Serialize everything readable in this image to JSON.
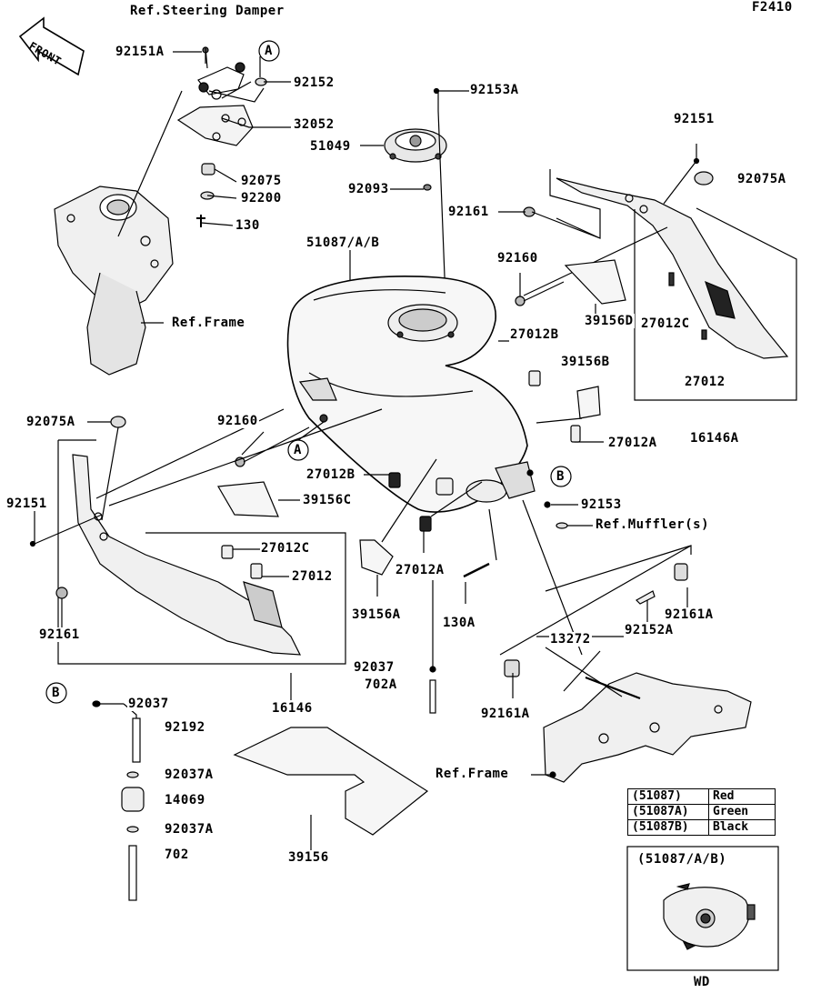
{
  "figure_code": "F2410",
  "front_arrow_label": "FRONT",
  "callout_A": "A",
  "callout_B": "B",
  "wd_label": "WD",
  "wd_box_title": "(51087/A/B)",
  "color_table": [
    {
      "code": "(51087)",
      "color": "Red"
    },
    {
      "code": "(51087A)",
      "color": "Green"
    },
    {
      "code": "(51087B)",
      "color": "Black"
    }
  ],
  "labels": {
    "ref_steering_damper": "Ref.Steering Damper",
    "p92151A": "92151A",
    "p92152": "92152",
    "p32052": "32052",
    "p92075": "92075",
    "p92200": "92200",
    "p130": "130",
    "ref_frame_top": "Ref.Frame",
    "p92153A": "92153A",
    "p51049": "51049",
    "p92093": "92093",
    "p51087": "51087/A/B",
    "p92161_top": "92161",
    "p92160_top": "92160",
    "p92151_right": "92151",
    "p92075A_right": "92075A",
    "p39156D": "39156D",
    "p27012C_right": "27012C",
    "p27012_right": "27012",
    "p16146A": "16146A",
    "p27012B_top": "27012B",
    "p39156B": "39156B",
    "p27012A_right": "27012A",
    "p92075A_left": "92075A",
    "p92160_left": "92160",
    "p92151_left": "92151",
    "p39156C": "39156C",
    "p27012C_left": "27012C",
    "p27012_left": "27012",
    "p92161_left": "92161",
    "p16146": "16146",
    "p27012B_mid": "27012B",
    "p27012A_mid": "27012A",
    "p39156A": "39156A",
    "p130A": "130A",
    "p92037": "92037",
    "p702A": "702A",
    "p92153": "92153",
    "ref_muffler": "Ref.Muffler(s)",
    "p92161A_right": "92161A",
    "p92152A": "92152A",
    "p13272": "13272",
    "p92161A_mid": "92161A",
    "ref_frame_bottom": "Ref.Frame",
    "p92037_b": "92037",
    "p92192": "92192",
    "p92037A_1": "92037A",
    "p14069": "14069",
    "p92037A_2": "92037A",
    "p702": "702",
    "p39156": "39156"
  }
}
